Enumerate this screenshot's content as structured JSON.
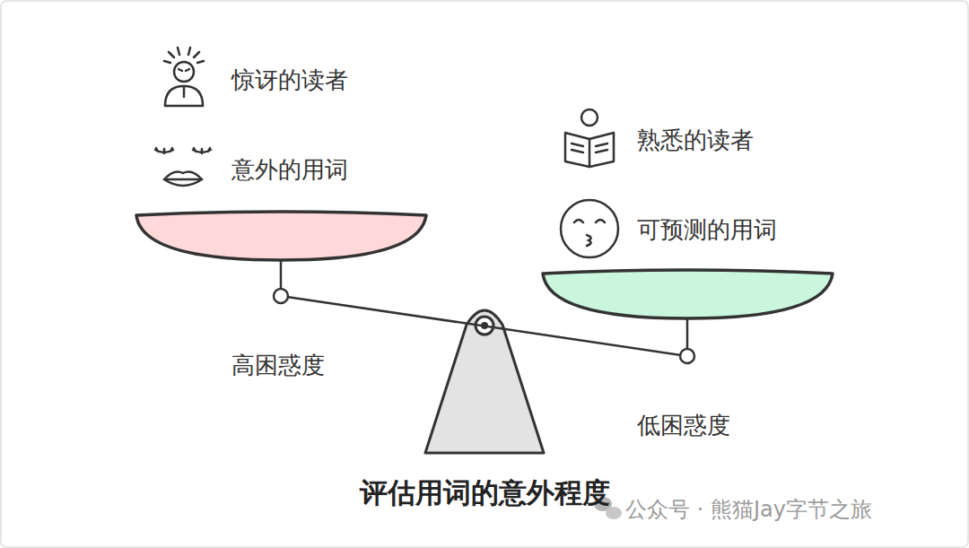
{
  "diagram": {
    "title": "评估用词的意外程度",
    "labels": [
      "惊讶的读者",
      "意外的用词",
      "熟悉的读者",
      "可预测的用词",
      "高困惑度",
      "低困惑度",
      "公众号 · 熊猫Jay字节之旅"
    ]
  }
}
